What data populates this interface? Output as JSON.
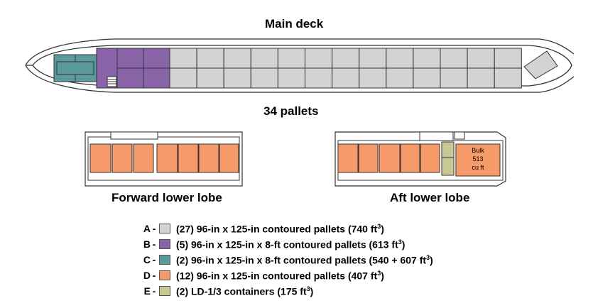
{
  "titles": {
    "main_deck": "Main deck",
    "pallets": "34 pallets",
    "forward_lower_lobe": "Forward lower lobe",
    "aft_lower_lobe": "Aft lower lobe"
  },
  "bulk": {
    "line1": "Bulk",
    "line2": "513",
    "line3": "cu ft"
  },
  "colors": {
    "A": "#d3d3d3",
    "B": "#8a64a8",
    "C": "#5b9a9a",
    "D": "#f79a6a",
    "E": "#c8c894"
  },
  "legend": [
    {
      "key": "A",
      "text": "(27) 96-in x 125-in contoured pallets (740 ft",
      "sup": "3",
      "tail": ")"
    },
    {
      "key": "B",
      "text": "(5) 96-in x 125-in x 8-ft contoured pallets (613 ft",
      "sup": "3",
      "tail": ")"
    },
    {
      "key": "C",
      "text": "(2) 96-in x 125-in x 8-ft contoured pallets (540 + 607 ft",
      "sup": "3",
      "tail": ")"
    },
    {
      "key": "D",
      "text": "(12) 96-in x 125-in contoured pallets (407 ft",
      "sup": "3",
      "tail": ")"
    },
    {
      "key": "E",
      "text": "(2) LD-1/3 containers (175 ft",
      "sup": "3",
      "tail": ")"
    }
  ]
}
